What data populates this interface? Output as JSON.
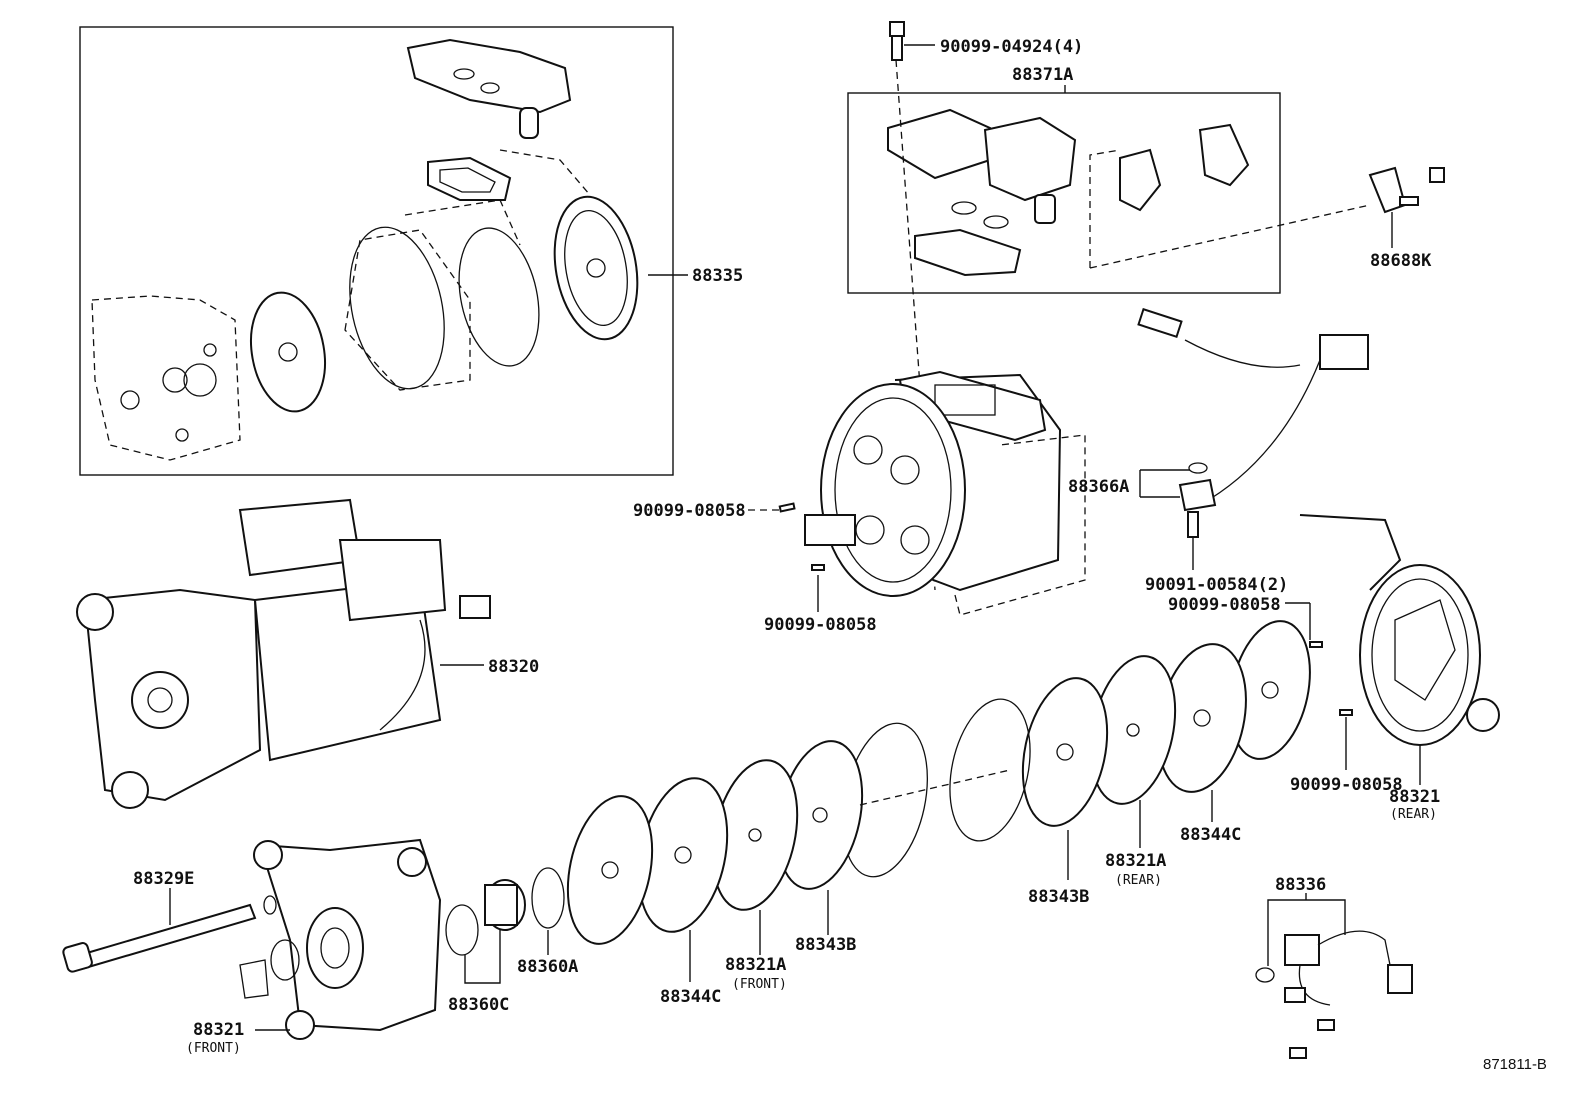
{
  "labels": {
    "p88335": "88335",
    "p90099_04924": "90099-04924(4)",
    "p88371A": "88371A",
    "p88688K": "88688K",
    "p90099_08058_a": "90099-08058",
    "p90099_08058_b": "90099-08058",
    "p88366A": "88366A",
    "p90091_00584": "90091-00584(2)",
    "p90099_08058_c": "90099-08058",
    "p88320": "88320",
    "p90099_08058_d": "90099-08058",
    "p88321_rear": "88321",
    "p88321_rear_sub": "(REAR)",
    "p88344C_r": "88344C",
    "p88321A_rear": "88321A",
    "p88321A_rear_sub": "(REAR)",
    "p88343B_r": "88343B",
    "p88336": "88336",
    "p88329E": "88329E",
    "p88360A": "88360A",
    "p88360C": "88360C",
    "p88344C_f": "88344C",
    "p88321A_front": "88321A",
    "p88321A_front_sub": "(FRONT)",
    "p88343B_f": "88343B",
    "p88321_front": "88321",
    "p88321_front_sub": "(FRONT)",
    "figure_id": "871811-B"
  }
}
